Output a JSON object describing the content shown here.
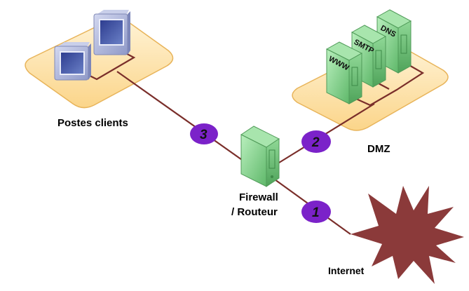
{
  "title": "Network topology: client workstations, firewall/router, DMZ, Internet",
  "colors": {
    "zone_fill": "#fcd98a",
    "zone_stroke": "#e8b45a",
    "link": "#7a2e2a",
    "badge": "#7b22c9",
    "server_green": "#7ccf85",
    "monitor_blue": "#8b96c9",
    "internet": "#8b3a3a"
  },
  "nodes": {
    "clients": {
      "label": "Postes clients"
    },
    "dmz": {
      "label": "DMZ",
      "servers": [
        {
          "name": "WWW"
        },
        {
          "name": "SMTP"
        },
        {
          "name": "DNS"
        }
      ]
    },
    "firewall": {
      "label_line1": "Firewall",
      "label_line2": "/ Routeur"
    },
    "internet": {
      "label": "Internet"
    }
  },
  "links": [
    {
      "id": "1",
      "from": "firewall",
      "to": "internet"
    },
    {
      "id": "2",
      "from": "firewall",
      "to": "dmz"
    },
    {
      "id": "3",
      "from": "firewall",
      "to": "clients"
    }
  ]
}
